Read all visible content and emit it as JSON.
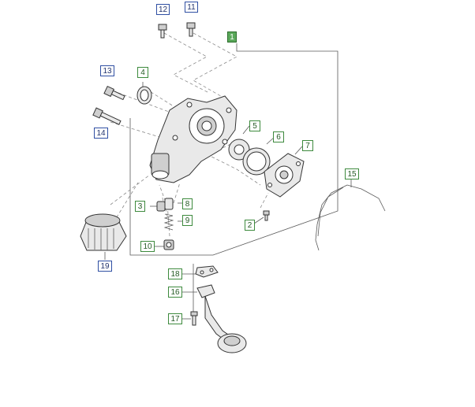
{
  "colors": {
    "callout_blue": "#2f4fa3",
    "callout_green": "#3d8a3d",
    "main_part_fill": "#5aa85a"
  },
  "callouts": {
    "c1": "1",
    "c2": "2",
    "c3": "3",
    "c4": "4",
    "c5": "5",
    "c6": "6",
    "c7": "7",
    "c8": "8",
    "c9": "9",
    "c10": "10",
    "c11": "11",
    "c12": "12",
    "c13": "13",
    "c14": "14",
    "c15": "15",
    "c16": "16",
    "c17": "17",
    "c18": "18",
    "c19": "19"
  }
}
